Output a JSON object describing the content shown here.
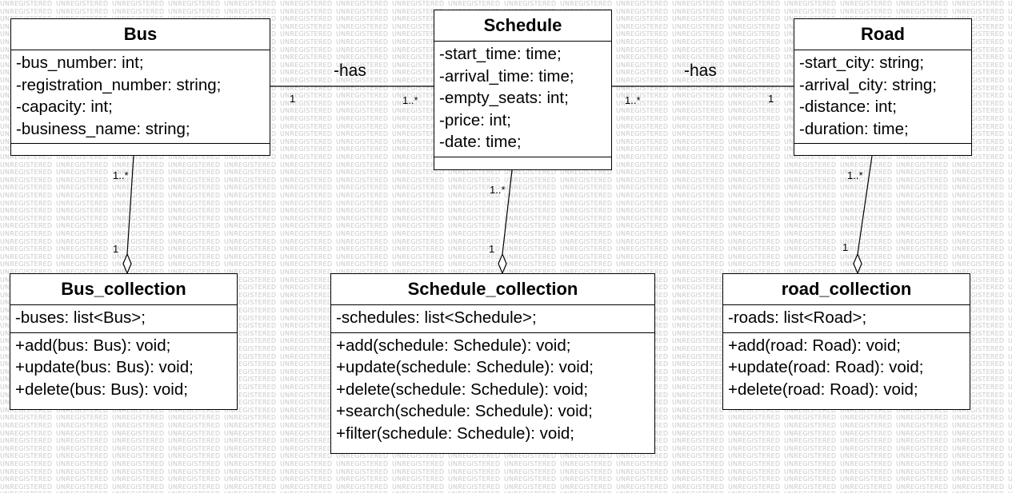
{
  "watermark_text": "UNREGISTERED",
  "classes": {
    "bus": {
      "name": "Bus",
      "attributes": [
        "-bus_number: int;",
        "-registration_number: string;",
        "-capacity: int;",
        "-business_name: string;"
      ],
      "methods": []
    },
    "schedule": {
      "name": "Schedule",
      "attributes": [
        "-start_time: time;",
        "-arrival_time: time;",
        "-empty_seats: int;",
        "-price: int;",
        "-date: time;"
      ],
      "methods": []
    },
    "road": {
      "name": "Road",
      "attributes": [
        "-start_city: string;",
        "-arrival_city: string;",
        "-distance: int;",
        "-duration: time;"
      ],
      "methods": []
    },
    "bus_collection": {
      "name": "Bus_collection",
      "attributes": [
        "-buses: list<Bus>;"
      ],
      "methods": [
        "+add(bus: Bus): void;",
        "+update(bus: Bus): void;",
        "+delete(bus: Bus): void;"
      ]
    },
    "schedule_collection": {
      "name": "Schedule_collection",
      "attributes": [
        "-schedules: list<Schedule>;"
      ],
      "methods": [
        "+add(schedule: Schedule): void;",
        "+update(schedule: Schedule): void;",
        "+delete(schedule: Schedule): void;",
        "+search(schedule: Schedule): void;",
        "+filter(schedule: Schedule): void;"
      ]
    },
    "road_collection": {
      "name": "road_collection",
      "attributes": [
        "-roads: list<Road>;"
      ],
      "methods": [
        "+add(road: Road): void;",
        "+update(road: Road): void;",
        "+delete(road: Road): void;"
      ]
    }
  },
  "associations": {
    "bus_schedule": {
      "label": "-has",
      "source_mult": "1",
      "target_mult": "1..*"
    },
    "road_schedule": {
      "label": "-has",
      "source_mult": "1",
      "target_mult": "1..*"
    }
  },
  "aggregations": {
    "bus": {
      "part_mult": "1..*",
      "whole_mult": "1"
    },
    "schedule": {
      "part_mult": "1..*",
      "whole_mult": "1"
    },
    "road": {
      "part_mult": "1..*",
      "whole_mult": "1"
    }
  }
}
